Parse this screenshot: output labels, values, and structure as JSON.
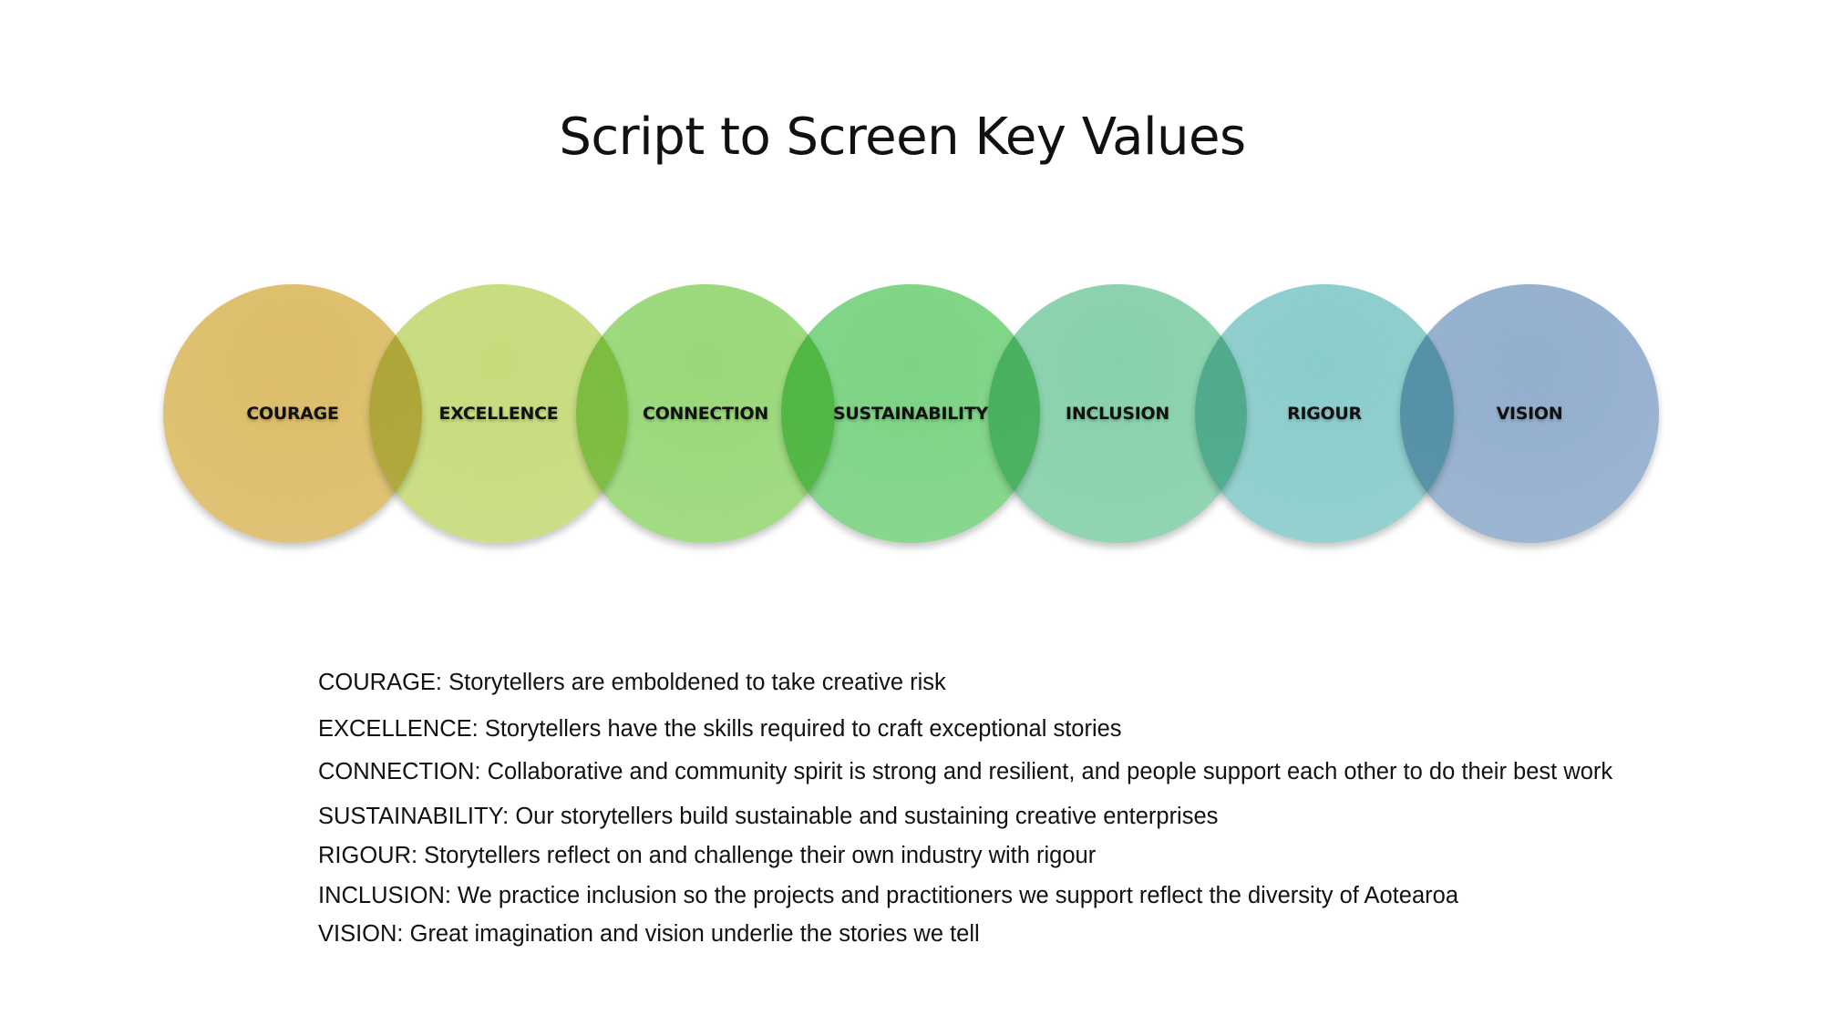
{
  "slide": {
    "title": "Script to Screen Key Values"
  },
  "values": [
    {
      "label": "COURAGE",
      "color": "#d9b659"
    },
    {
      "label": "EXCELLENCE",
      "color": "#c0d86e"
    },
    {
      "label": "CONNECTION",
      "color": "#8ed46a"
    },
    {
      "label": "SUSTAINABILITY",
      "color": "#6ecf76"
    },
    {
      "label": "INCLUSION",
      "color": "#7bcca2"
    },
    {
      "label": "RIGOUR",
      "color": "#7ec7c6"
    },
    {
      "label": "VISION",
      "color": "#87a6c8"
    }
  ],
  "descriptions": [
    "COURAGE: Storytellers are emboldened to take creative risk",
    "EXCELLENCE: Storytellers have the skills required to craft exceptional stories",
    "CONNECTION: Collaborative and community spirit is strong and resilient, and people support each other to do their best work",
    "SUSTAINABILITY: Our storytellers build sustainable and sustaining creative enterprises",
    "RIGOUR: Storytellers reflect on and challenge their own industry with rigour",
    "INCLUSION: We practice inclusion so the projects and practitioners we support reflect the diversity of Aotearoa",
    "VISION: Great imagination and vision underlie the stories we tell"
  ]
}
